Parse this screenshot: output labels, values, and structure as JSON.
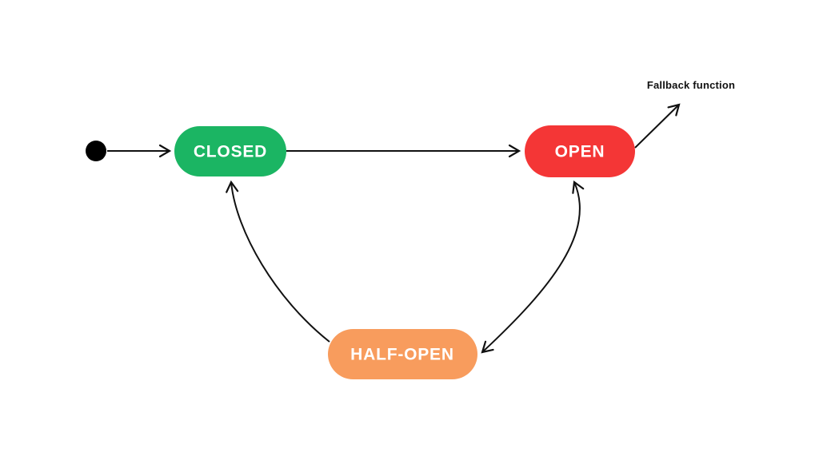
{
  "diagram": {
    "type": "state-diagram",
    "subject": "circuit-breaker-pattern",
    "background_color": "#ffffff",
    "line_color": "#111111",
    "states": [
      {
        "id": "closed",
        "label": "CLOSED",
        "color": "#1BB563",
        "text_color": "#ffffff"
      },
      {
        "id": "open",
        "label": "OPEN",
        "color": "#F43636",
        "text_color": "#ffffff"
      },
      {
        "id": "half_open",
        "label": "HALF-OPEN",
        "color": "#F89C5D",
        "text_color": "#ffffff"
      }
    ],
    "initial_marker": {
      "shape": "filled-dot",
      "color": "#000000",
      "points_to": "closed"
    },
    "annotations": [
      {
        "id": "fallback",
        "label": "Fallback function",
        "color": "#111111"
      }
    ],
    "edges": [
      {
        "from": "initial",
        "to": "closed",
        "style": "straight",
        "bidirectional": false
      },
      {
        "from": "closed",
        "to": "open",
        "style": "straight",
        "bidirectional": false
      },
      {
        "from": "open",
        "to": "half_open",
        "style": "curved",
        "bidirectional": true
      },
      {
        "from": "half_open",
        "to": "closed",
        "style": "curved",
        "bidirectional": false
      },
      {
        "from": "open",
        "to": "fallback",
        "style": "straight",
        "bidirectional": false
      }
    ]
  }
}
